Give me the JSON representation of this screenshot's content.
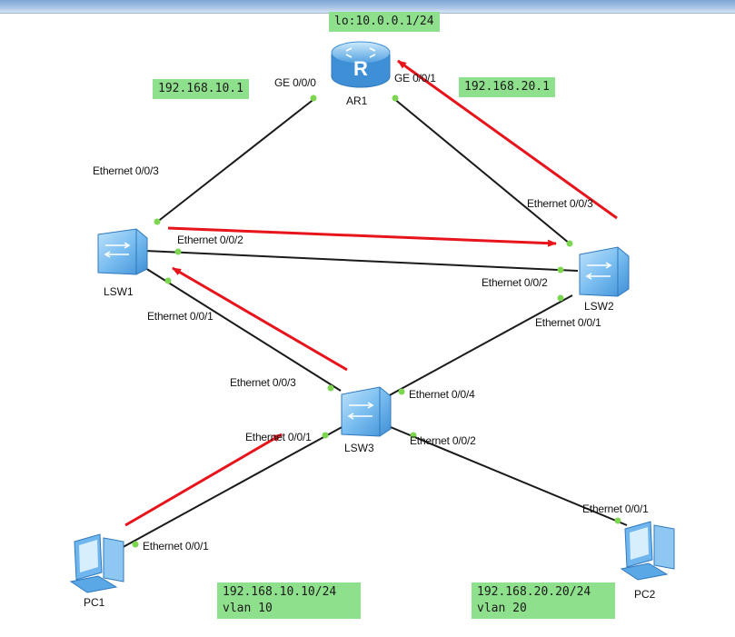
{
  "notes": {
    "loopback": "lo:10.0.0.1/24",
    "gw10": "192.168.10.1",
    "gw20": "192.168.20.1",
    "pc1": "192.168.10.10/24\nvlan 10",
    "pc2": "192.168.20.20/24\nvlan 20"
  },
  "devices": {
    "ar1": "AR1",
    "lsw1": "LSW1",
    "lsw2": "LSW2",
    "lsw3": "LSW3",
    "pc1": "PC1",
    "pc2": "PC2"
  },
  "ports": {
    "ar1_ge000": "GE 0/0/0",
    "ar1_ge001": "GE 0/0/1",
    "lsw1_e003": "Ethernet 0/0/3",
    "lsw1_e002": "Ethernet 0/0/2",
    "lsw1_e001": "Ethernet 0/0/1",
    "lsw2_e003": "Ethernet 0/0/3",
    "lsw2_e002": "Ethernet 0/0/2",
    "lsw2_e001": "Ethernet 0/0/1",
    "lsw3_e003": "Ethernet 0/0/3",
    "lsw3_e004": "Ethernet 0/0/4",
    "lsw3_e001": "Ethernet 0/0/1",
    "lsw3_e002": "Ethernet 0/0/2",
    "pc1_e001": "Ethernet 0/0/1",
    "pc2_e001": "Ethernet 0/0/1"
  },
  "colors": {
    "note_bg": "#8fe08c",
    "link": "#1a1a1a",
    "port_dot": "#7cd650",
    "arrow": "#e8141c",
    "device_body": "#5aa9e6"
  }
}
